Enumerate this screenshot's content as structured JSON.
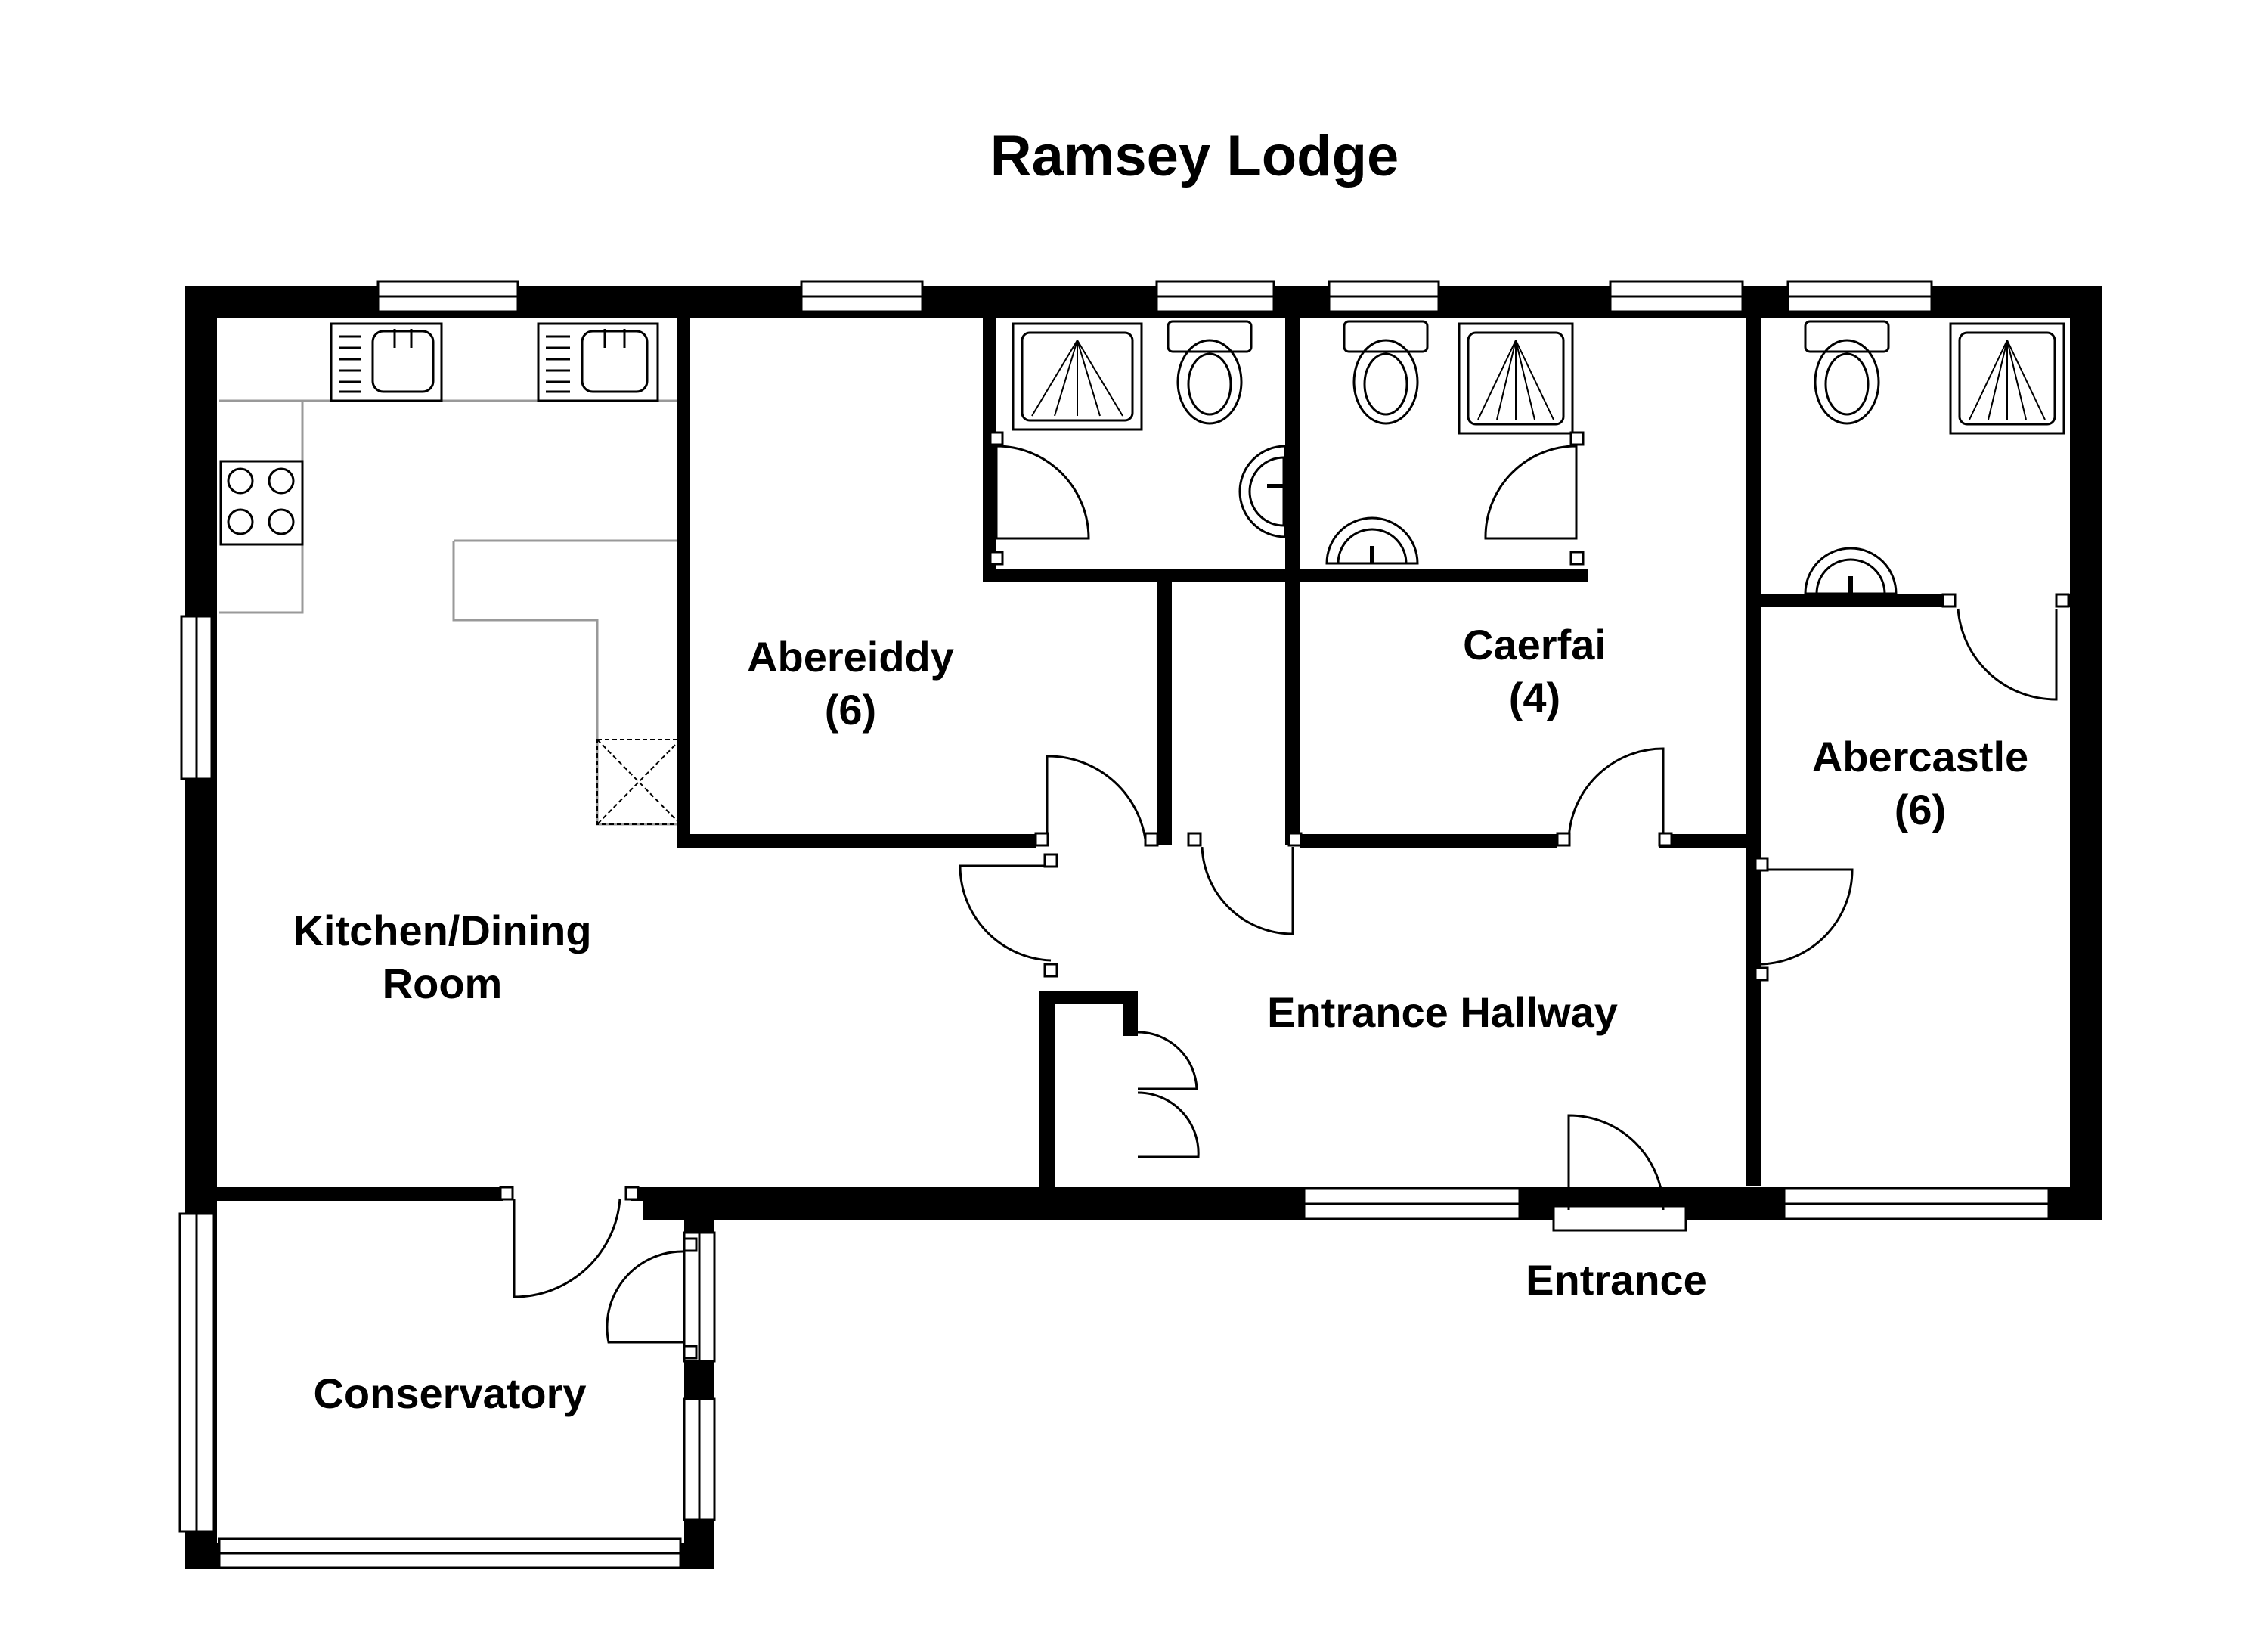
{
  "title": "Ramsey Lodge",
  "rooms": {
    "kitchen": {
      "line1": "Kitchen/Dining",
      "line2": "Room"
    },
    "abereiddy": {
      "line1": "Abereiddy",
      "line2": "(6)"
    },
    "caerfai": {
      "line1": "Caerfai",
      "line2": "(4)"
    },
    "abercastle": {
      "line1": "Abercastle",
      "line2": "(6)"
    },
    "hallway": "Entrance Hallway",
    "conservatory": "Conservatory",
    "entrance": "Entrance"
  },
  "colors": {
    "wall": "#000000",
    "background": "#ffffff",
    "worktop": "#999999"
  },
  "icons": [
    "sink-icon",
    "hob-icon",
    "toilet-icon",
    "shower-tray-icon",
    "washbasin-icon",
    "window-icon",
    "door-swing-icon"
  ]
}
